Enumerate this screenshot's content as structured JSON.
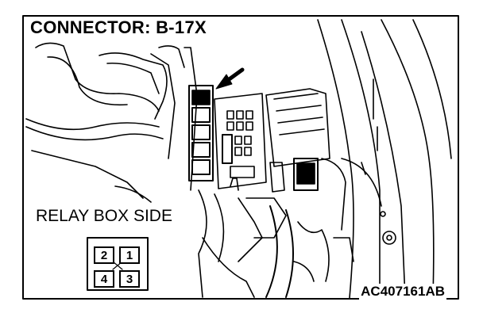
{
  "diagram": {
    "connector_title": "CONNECTOR: B-17X",
    "side_label": "RELAY BOX SIDE",
    "figure_code": "AC407161AB",
    "pins": {
      "top_left": "2",
      "top_right": "1",
      "bottom_left": "4",
      "bottom_right": "3"
    },
    "colors": {
      "ink": "#000000",
      "paper": "#ffffff"
    }
  }
}
